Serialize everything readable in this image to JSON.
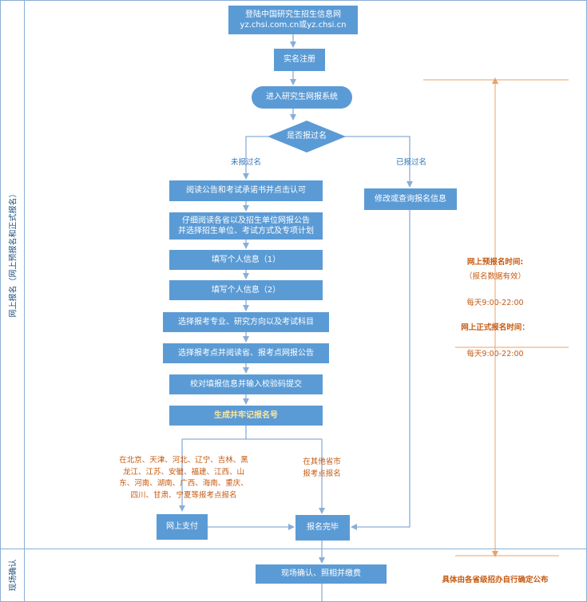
{
  "lanes": {
    "online": "网上报名（网上预报名和正式报名）",
    "onsite": "现场确认"
  },
  "steps": {
    "login_line1": "登陆中国研究生招生信息网",
    "login_line2": "yz.chsi.com.cn或yz.chsi.cn",
    "register": "实名注册",
    "enter_system": "进入研究生网报系统",
    "decision": "是否报过名",
    "branch_no": "未报过名",
    "branch_yes": "已报过名",
    "read_notice": "阅读公告和考试承诺书并点击认可",
    "read_provinces_line1": "仔细阅读各省以及招生单位网报公告",
    "read_provinces_line2": "并选择招生单位、考试方式及专项计划",
    "fill_info1": "填写个人信息（1）",
    "fill_info2": "填写个人信息（2）",
    "choose_major": "选择报考专业、研究方向以及考试科目",
    "choose_site": "选择报考点并阅读省、报考点网报公告",
    "verify": "校对填报信息并输入校验码提交",
    "generate_number": "生成并牢记报名号",
    "modify": "修改或查询报名信息",
    "pay_online": "网上支付",
    "done": "报名完毕",
    "onsite_confirm": "现场确认、照相并缴费"
  },
  "branches": {
    "provinces_lines": [
      "在北京、天津、河北、辽宁、吉林、黑",
      "龙江、江苏、安徽、福建、江西、山",
      "东、河南、湖南、广西、海南、重庆、",
      "四川、甘肃、宁夏等报考点报名"
    ],
    "other_lines": [
      "在其他省市",
      "报考点报名"
    ]
  },
  "timeline": {
    "pre_title": "网上预报名时间:",
    "pre_note": "（报名数据有效）",
    "pre_time": "每天9:00-22:00",
    "formal_title": "网上正式报名时间：",
    "formal_time": "每天9:00-22:00",
    "onsite_note": "具体由各省级招办自行确定公布"
  },
  "colors": {
    "box": "#5b9bd5",
    "highlight_text": "#ffe699",
    "blue_text": "#2e75b6",
    "orange_text": "#c55a11",
    "connector": "#8aaed6"
  }
}
